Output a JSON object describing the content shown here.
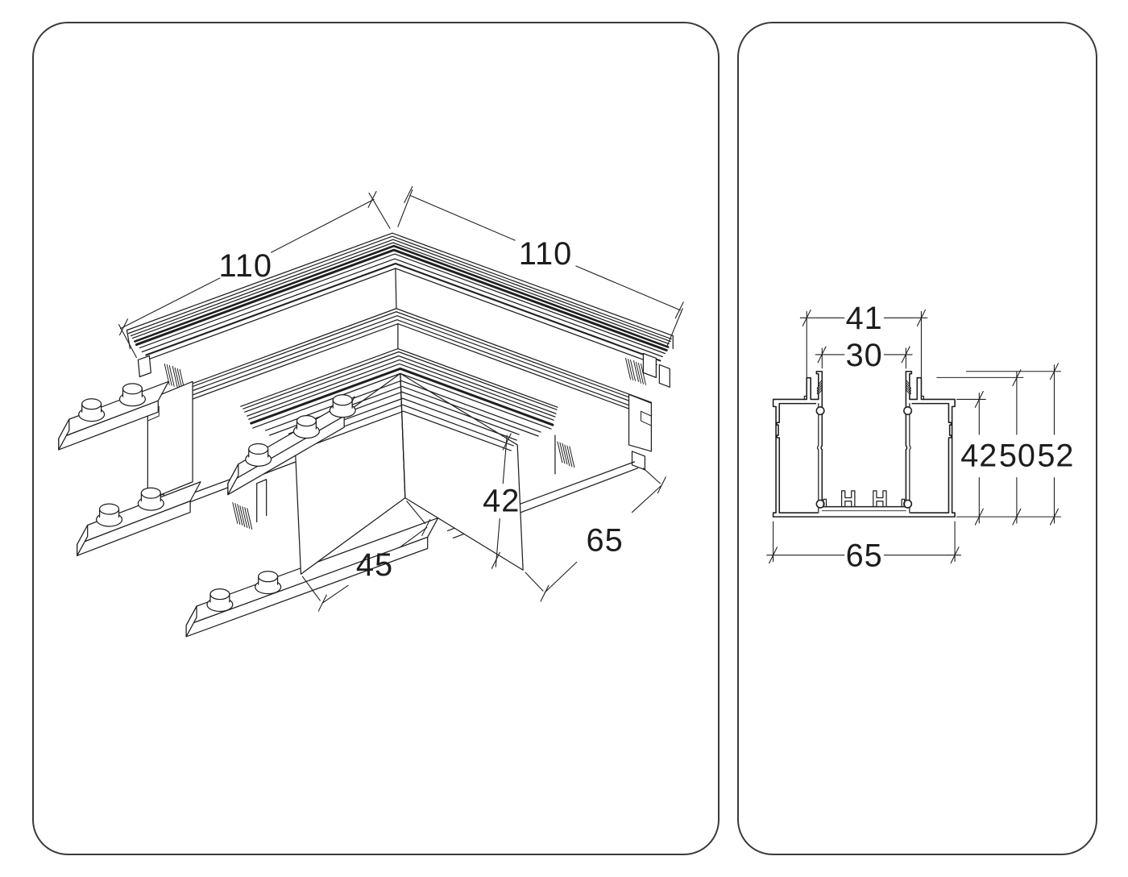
{
  "document": {
    "type": "product-dimension-drawing",
    "units_note": "",
    "colors": {
      "line": "#1f1f1f",
      "background": "#ffffff",
      "panel_border": "#3a3a3a"
    }
  },
  "left_panel": {
    "view_name": "isometric-corner-connector-view",
    "dims": {
      "top_left_length": "110",
      "top_right_length": "110",
      "wall_height": "42",
      "bottom_left_width": "45",
      "bottom_right_width": "65"
    }
  },
  "right_panel": {
    "view_name": "profile-cross-section-view",
    "dims": {
      "outer_tab_span": "41",
      "inner_channel_span": "30",
      "body_height": "42",
      "mid_height": "50",
      "total_height": "52",
      "total_width": "65"
    }
  }
}
